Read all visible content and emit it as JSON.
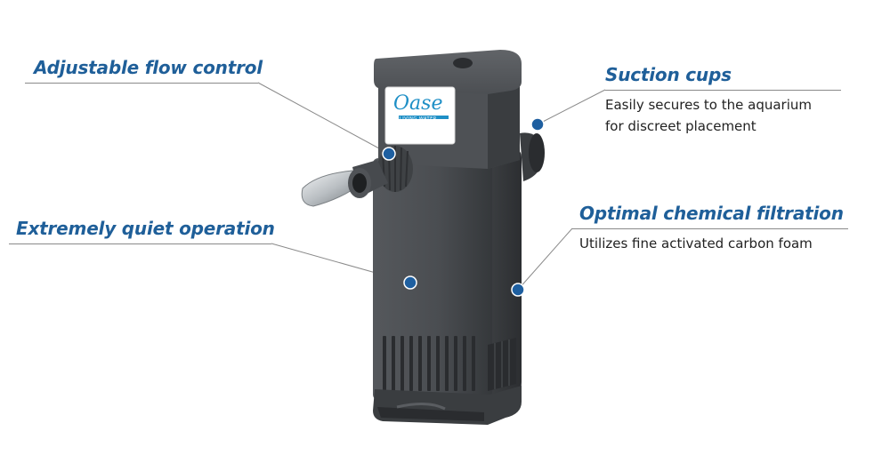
{
  "brand": {
    "logo_text": "Oase",
    "tagline": "LIVING WATER",
    "logo_color": "#1e8fc6"
  },
  "colors": {
    "heading": "#1f5f99",
    "marker": "#1e5fa0",
    "leader_line": "#8a8a8a",
    "pump_body": "#4b4e52",
    "pump_dark": "#2f3134"
  },
  "features": {
    "flow_control": {
      "title": "Adjustable flow control",
      "description": ""
    },
    "quiet_operation": {
      "title": "Extremely quiet operation",
      "description": ""
    },
    "suction_cups": {
      "title": "Suction cups",
      "description_line1": "Easily secures to the aquarium",
      "description_line2": "for discreet placement"
    },
    "chemical_filtration": {
      "title": "Optimal chemical filtration",
      "description_line1": "Utilizes fine activated carbon foam"
    }
  }
}
